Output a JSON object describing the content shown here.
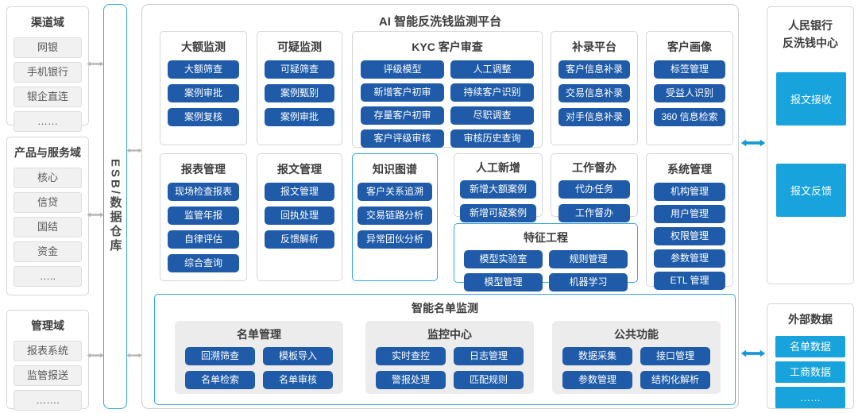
{
  "colors": {
    "button_blue": "#1f5ba9",
    "cyan_fill": "#18a3dc",
    "light_blue_border": "#35a7e0",
    "gray_arrow": "#b5b5b5",
    "blue_arrow": "#1798d5"
  },
  "left": {
    "channel": {
      "title": "渠道域",
      "items": [
        "网银",
        "手机银行",
        "银企直连",
        "……"
      ]
    },
    "product": {
      "title": "产品与服务域",
      "items": [
        "核心",
        "信贷",
        "国结",
        "资金",
        "….."
      ]
    },
    "management": {
      "title": "管理域",
      "items": [
        "报表系统",
        "监管报送",
        "……."
      ]
    }
  },
  "esb": {
    "label": "ESB/数据仓库"
  },
  "platform": {
    "title": "AI 智能反洗钱监测平台",
    "large_amount": {
      "title": "大额监测",
      "buttons": [
        "大额筛查",
        "案例审批",
        "案例复核"
      ]
    },
    "suspicious": {
      "title": "可疑监测",
      "buttons": [
        "可疑筛查",
        "案例甄别",
        "案例审批"
      ]
    },
    "kyc": {
      "title": "KYC 客户审查",
      "buttons": [
        "评级模型",
        "人工调整",
        "新增客户初审",
        "持续客户识别",
        "存量客户初审",
        "尽职调查",
        "客户评级审核",
        "审核历史查询"
      ]
    },
    "supplement": {
      "title": "补录平台",
      "buttons": [
        "客户信息补录",
        "交易信息补录",
        "对手信息补录"
      ]
    },
    "profile": {
      "title": "客户画像",
      "buttons": [
        "标签管理",
        "受益人识别",
        "360 信息检索"
      ]
    },
    "report_forms": {
      "title": "报表管理",
      "buttons": [
        "现场检查报表",
        "监管年报",
        "自律评估",
        "综合查询"
      ]
    },
    "message_mgmt": {
      "title": "报文管理",
      "buttons": [
        "报文管理",
        "回执处理",
        "反馈解析"
      ]
    },
    "knowledge_graph": {
      "title": "知识图谱",
      "buttons": [
        "客户关系追溯",
        "交易链路分析",
        "异常团伙分析"
      ]
    },
    "manual_add": {
      "title": "人工新增",
      "buttons": [
        "新增大额案例",
        "新增可疑案例"
      ]
    },
    "supervision": {
      "title": "工作督办",
      "buttons": [
        "代办任务",
        "工作督办"
      ]
    },
    "feature_eng": {
      "title": "特征工程",
      "buttons": [
        "模型实验室",
        "规则管理",
        "模型管理",
        "机器学习"
      ]
    },
    "system_mgmt": {
      "title": "系统管理",
      "buttons": [
        "机构管理",
        "用户管理",
        "权限管理",
        "参数管理",
        "ETL 管理"
      ]
    },
    "smart_list": {
      "title": "智能名单监测",
      "list_mgmt": {
        "title": "名单管理",
        "buttons": [
          "回溯筛查",
          "模板导入",
          "名单检索",
          "名单审核"
        ]
      },
      "monitor_center": {
        "title": "监控中心",
        "buttons": [
          "实时查控",
          "日志管理",
          "警报处理",
          "匹配规则"
        ]
      },
      "public_func": {
        "title": "公共功能",
        "buttons": [
          "数据采集",
          "接口管理",
          "参数管理",
          "结构化解析"
        ]
      }
    }
  },
  "right": {
    "pboc": {
      "title_line1": "人民银行",
      "title_line2": "反洗钱中心",
      "items": [
        "报文接收",
        "报文反馈"
      ]
    },
    "external": {
      "title": "外部数据",
      "items": [
        "名单数据",
        "工商数据",
        "……"
      ]
    }
  }
}
